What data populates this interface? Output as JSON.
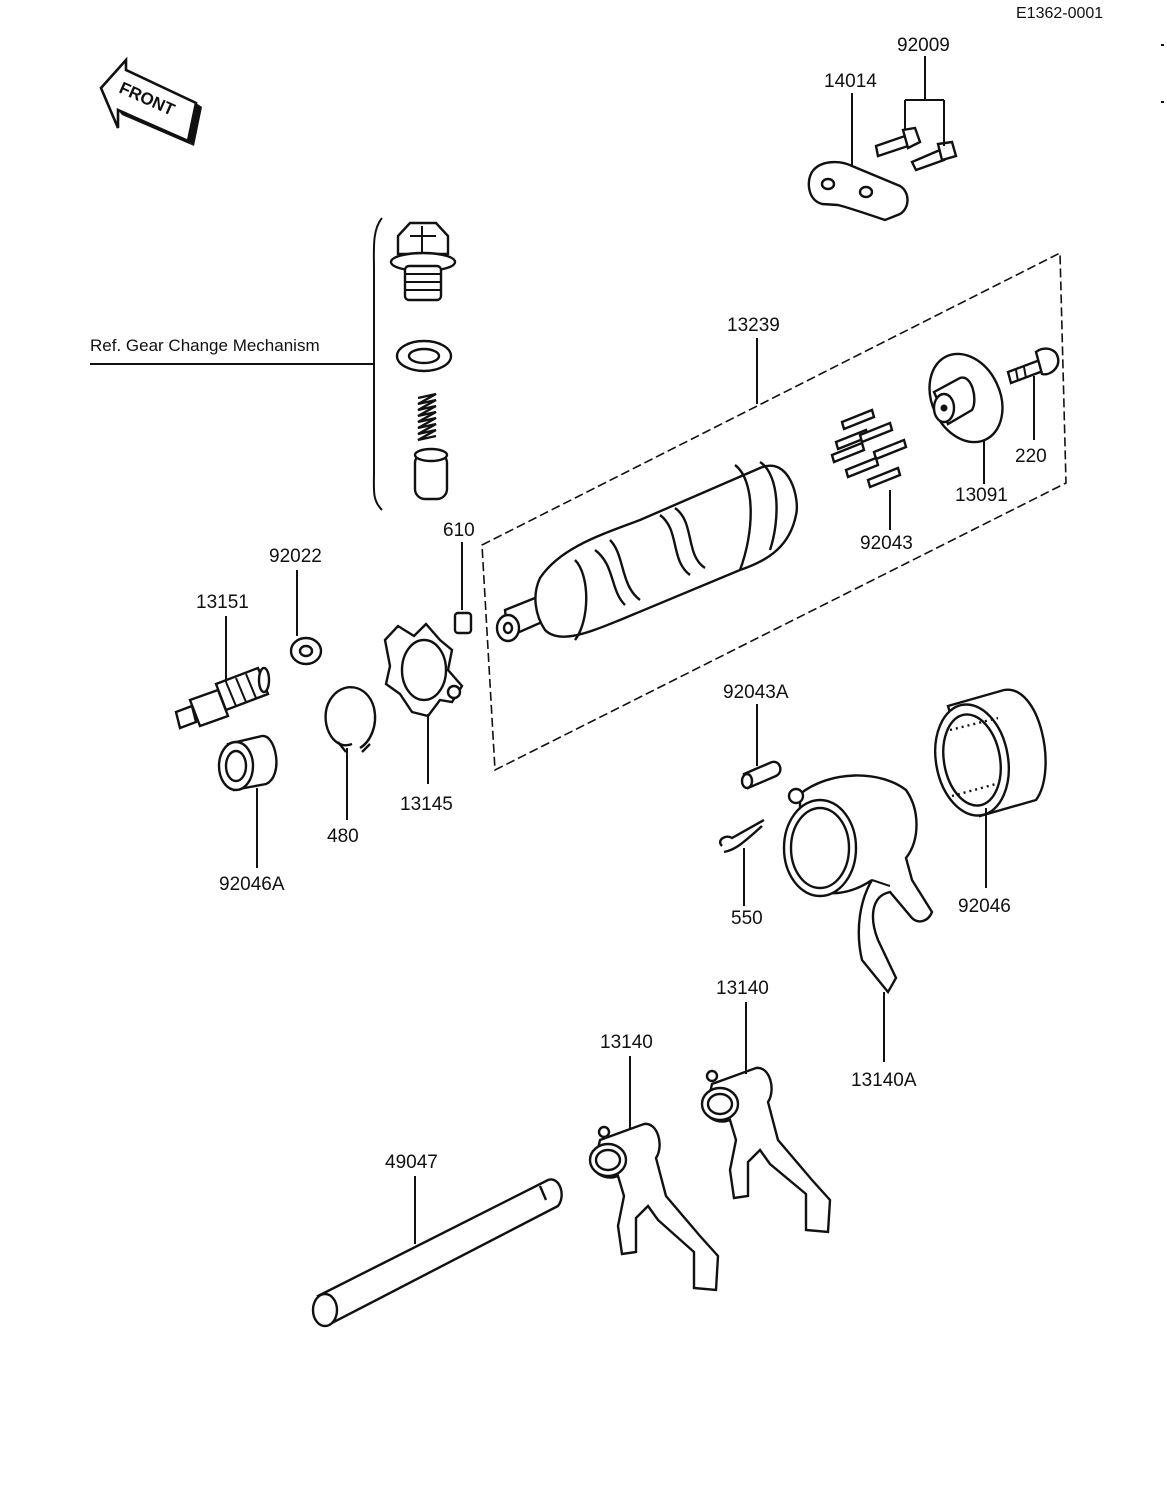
{
  "diagram_code": "E1362-0001",
  "front_marker": "FRONT",
  "reference_note": "Ref. Gear Change Mechanism",
  "part_labels": {
    "p92009": "92009",
    "p14014": "14014",
    "p13239": "13239",
    "p220": "220",
    "p13091": "13091",
    "p92043": "92043",
    "p610": "610",
    "p92022": "92022",
    "p13151": "13151",
    "p92043A": "92043A",
    "p13145": "13145",
    "p480": "480",
    "p92046A": "92046A",
    "p550": "550",
    "p92046": "92046",
    "p13140a": "13140",
    "p13140b": "13140",
    "p13140A": "13140A",
    "p49047": "49047"
  }
}
